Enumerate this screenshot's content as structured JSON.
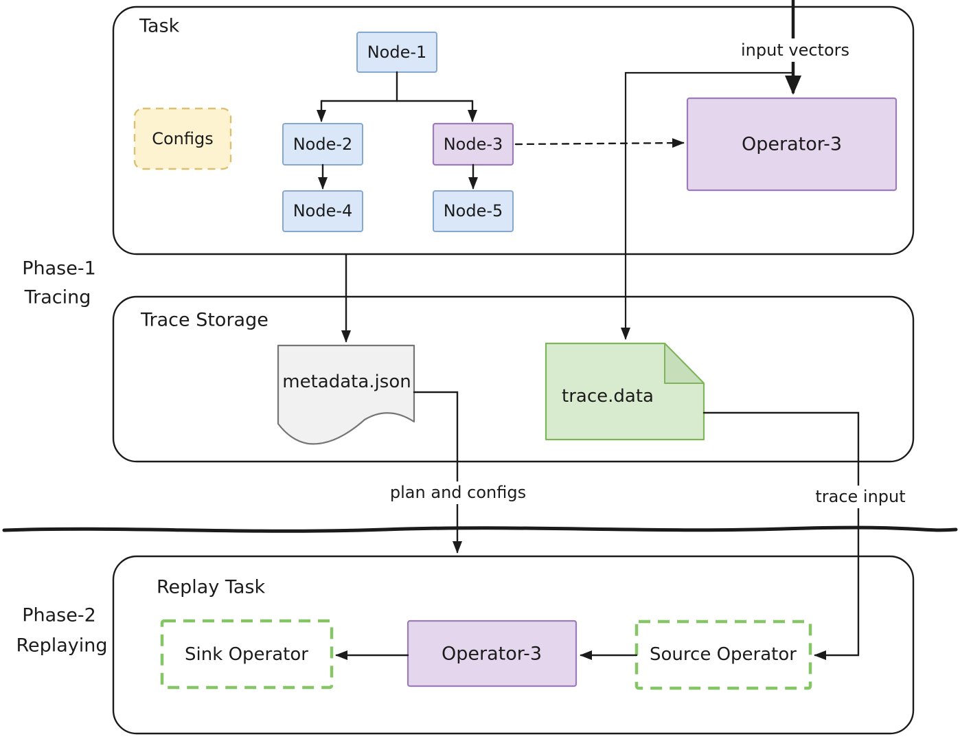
{
  "phases": {
    "phase1": {
      "line1": "Phase-1",
      "line2": "Tracing"
    },
    "phase2": {
      "line1": "Phase-2",
      "line2": "Replaying"
    }
  },
  "task": {
    "title": "Task",
    "configs": "Configs",
    "node1": "Node-1",
    "node2": "Node-2",
    "node3": "Node-3",
    "node4": "Node-4",
    "node5": "Node-5",
    "operator3": "Operator-3"
  },
  "trace_storage": {
    "title": "Trace Storage",
    "metadata_file": "metadata.json",
    "trace_file": "trace.data"
  },
  "replay": {
    "title": "Replay Task",
    "sink": "Sink Operator",
    "operator3": "Operator-3",
    "source": "Source Operator"
  },
  "edges": {
    "input_vectors": "input vectors",
    "plan_and_configs": "plan and configs",
    "trace_input": "trace input"
  },
  "colors": {
    "node_blue_fill": "#d9e7f8",
    "node_blue_stroke": "#86a7ce",
    "purple_fill": "#e4d6ec",
    "purple_stroke": "#9d7bb8",
    "configs_fill": "#fdf3d1",
    "configs_stroke": "#dcc072",
    "doc_gray_fill": "#f1f1f1",
    "doc_gray_stroke": "#757575",
    "file_green_fill": "#d8ebcf",
    "file_green_stroke": "#7eb55b",
    "operator_dashed_green": "#86c566",
    "line_black": "#1b1b1b"
  }
}
